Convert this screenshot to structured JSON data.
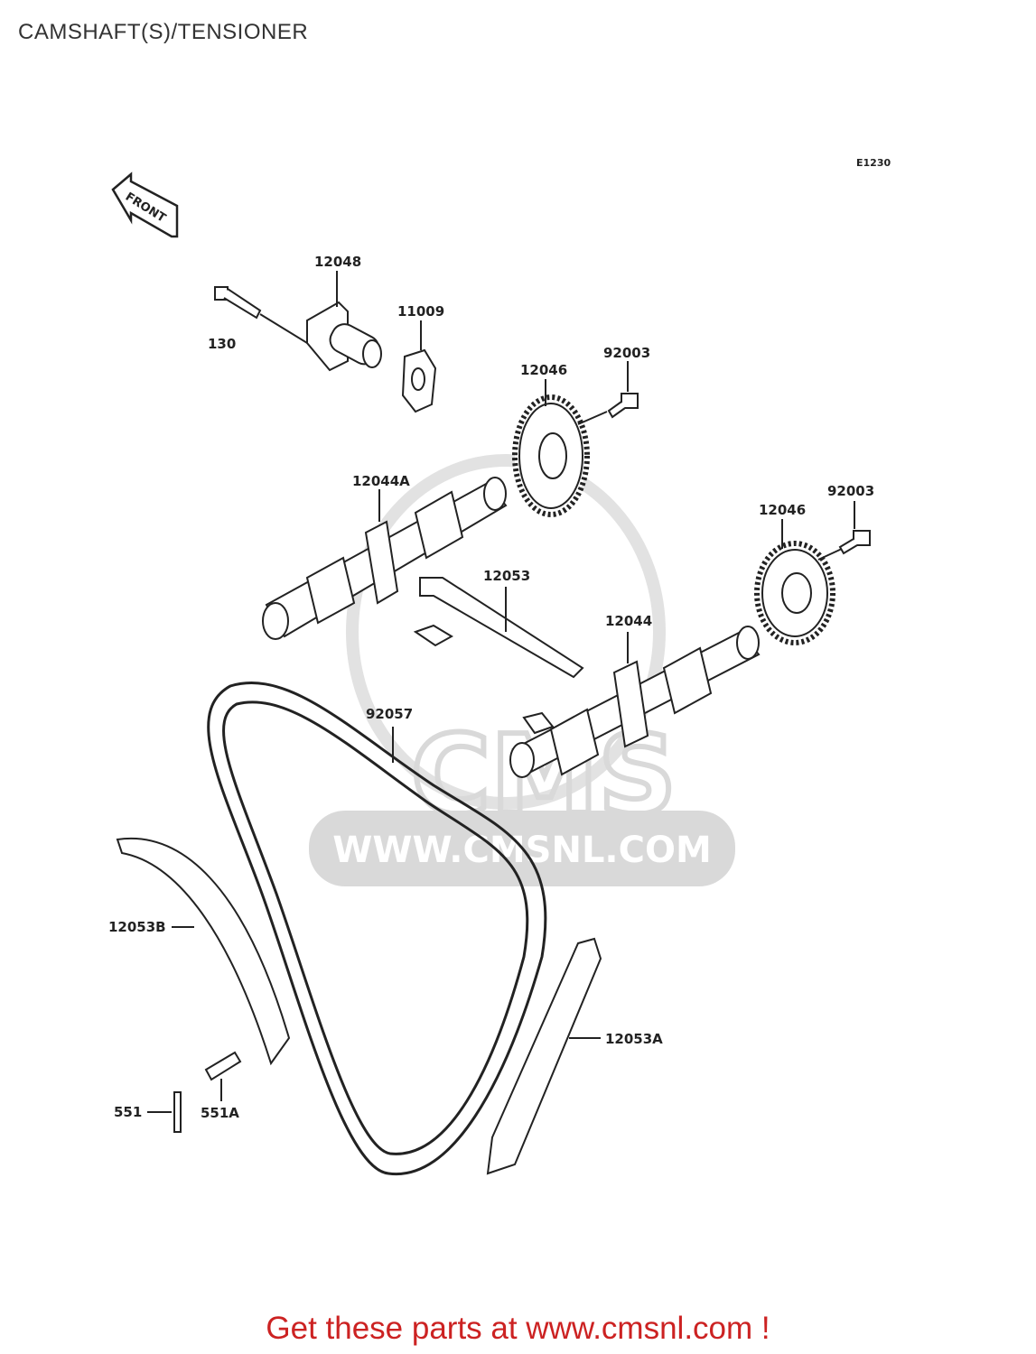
{
  "title": "CAMSHAFT(S)/TENSIONER",
  "diagram_code": "E1230",
  "front_label": "FRONT",
  "watermark": {
    "brand": "CMS",
    "url": "WWW.CMSNL.COM"
  },
  "parts": {
    "p12048": "12048",
    "p130": "130",
    "p11009": "11009",
    "p92003_a": "92003",
    "p12046_a": "12046",
    "p12044A": "12044A",
    "p92003_b": "92003",
    "p12046_b": "12046",
    "p12053": "12053",
    "p12044": "12044",
    "p92057": "92057",
    "p12053B": "12053B",
    "p12053A": "12053A",
    "p551": "551",
    "p551A": "551A"
  },
  "ad_text": "Get these parts at www.cmsnl.com !"
}
